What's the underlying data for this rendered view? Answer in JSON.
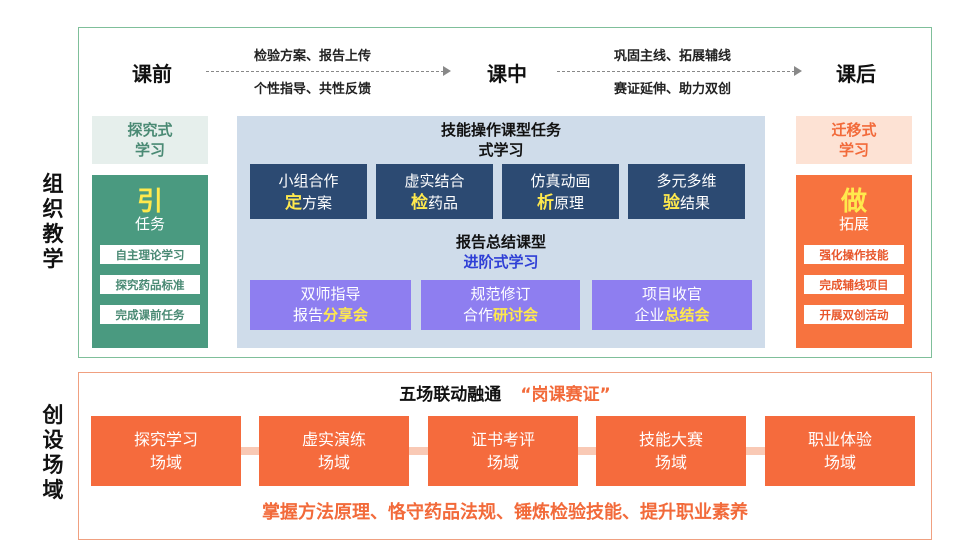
{
  "side_labels": {
    "organize": "组织教学",
    "field": "创设场域"
  },
  "phases": {
    "before": "课前",
    "during": "课中",
    "after": "课后"
  },
  "arrows": {
    "first_top": "检验方案、报告上传",
    "first_bottom": "个性指导、共性反馈",
    "second_top": "巩固主线、拓展辅线",
    "second_bottom": "赛证延伸、助力双创"
  },
  "left_column": {
    "heading_line1": "探究式",
    "heading_line2": "学习",
    "big_char": "引",
    "sub": "任务",
    "items": [
      "自主理论学习",
      "探究药品标准",
      "完成课前任务"
    ]
  },
  "right_column": {
    "heading_line1": "迁移式",
    "heading_line2": "学习",
    "big_char": "做",
    "sub": "拓展",
    "items": [
      "强化操作技能",
      "完成辅线项目",
      "开展双创活动"
    ]
  },
  "center": {
    "title_line1": "技能操作课型任务",
    "title_line2": "式学习",
    "skill_boxes": [
      {
        "line1": "小组合作",
        "key": "定",
        "rest": "方案"
      },
      {
        "line1": "虚实结合",
        "key": "检",
        "rest": "药品"
      },
      {
        "line1": "仿真动画",
        "key": "析",
        "rest": "原理"
      },
      {
        "line1": "多元多维",
        "key": "验",
        "rest": "结果"
      }
    ],
    "report_title_line1": "报告总结课型",
    "report_title_line2": "进阶式学习",
    "report_boxes": [
      {
        "line1": "双师指导",
        "plain": "报告",
        "key": "分享会"
      },
      {
        "line1": "规范修订",
        "plain": "合作",
        "key": "研讨会"
      },
      {
        "line1": "项目收官",
        "plain": "企业",
        "key": "总结会"
      }
    ]
  },
  "fields": {
    "title": "五场联动融通",
    "quote": "“岗课赛证”",
    "boxes": [
      {
        "line1": "探究学习",
        "line2": "场域"
      },
      {
        "line1": "虚实演练",
        "line2": "场域"
      },
      {
        "line1": "证书考评",
        "line2": "场域"
      },
      {
        "line1": "技能大赛",
        "line2": "场域"
      },
      {
        "line1": "职业体验",
        "line2": "场域"
      }
    ],
    "motto": "掌握方法原理、恪守药品法规、锤炼检验技能、提升职业素养"
  },
  "colors": {
    "green": "#4a9a80",
    "orange": "#f7733f",
    "navy": "#2c4a72",
    "purple": "#8e7ef0",
    "panel": "#cfdcea",
    "highlight_yellow": "#ffe94d"
  }
}
